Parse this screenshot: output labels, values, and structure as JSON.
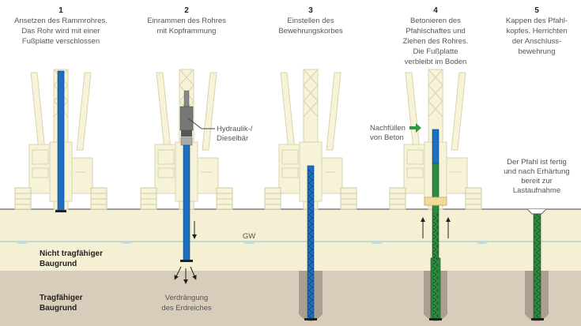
{
  "steps": [
    {
      "number": "1",
      "lines": [
        "Ansetzen des Rammrohres.",
        "Das Rohr wird mit einer",
        "Fußplatte verschlossen"
      ]
    },
    {
      "number": "2",
      "lines": [
        "Einrammen des Rohres",
        "mit Kopframmung"
      ]
    },
    {
      "number": "3",
      "lines": [
        "Einstellen des",
        "Bewehrungskorbes"
      ]
    },
    {
      "number": "4",
      "lines": [
        "Betonieren des",
        "Pfahlschaftes und",
        "Ziehen des Rohres.",
        "Die Fußplatte",
        "verbleibt im Boden"
      ]
    },
    {
      "number": "5",
      "lines": [
        "Kappen des Pfahl-",
        "kopfes. Herrichten",
        "der Anschluss-",
        "bewehrung"
      ]
    }
  ],
  "labels": {
    "hammer": [
      "Hydraulik-/",
      "Dieselbär"
    ],
    "concrete": [
      "Nachfüllen",
      "von Beton"
    ],
    "finished": [
      "Der Pfahl ist fertig",
      "und nach Erhärtung",
      "bereit zur",
      "Lastaufnahme"
    ],
    "gw": "GW",
    "displacement": [
      "Verdrängung",
      "des Erdreiches"
    ],
    "soft_soil": [
      "Nicht tragfähiger",
      "Baugrund"
    ],
    "firm_soil": [
      "Tragfähiger",
      "Baugrund"
    ]
  },
  "colors": {
    "pipe": "#1d6fc0",
    "concrete": "#2e8b3e",
    "upper_soil": "#f5f0d3",
    "lower_soil": "#d8cdbb",
    "rig": "#f7f3d8"
  }
}
